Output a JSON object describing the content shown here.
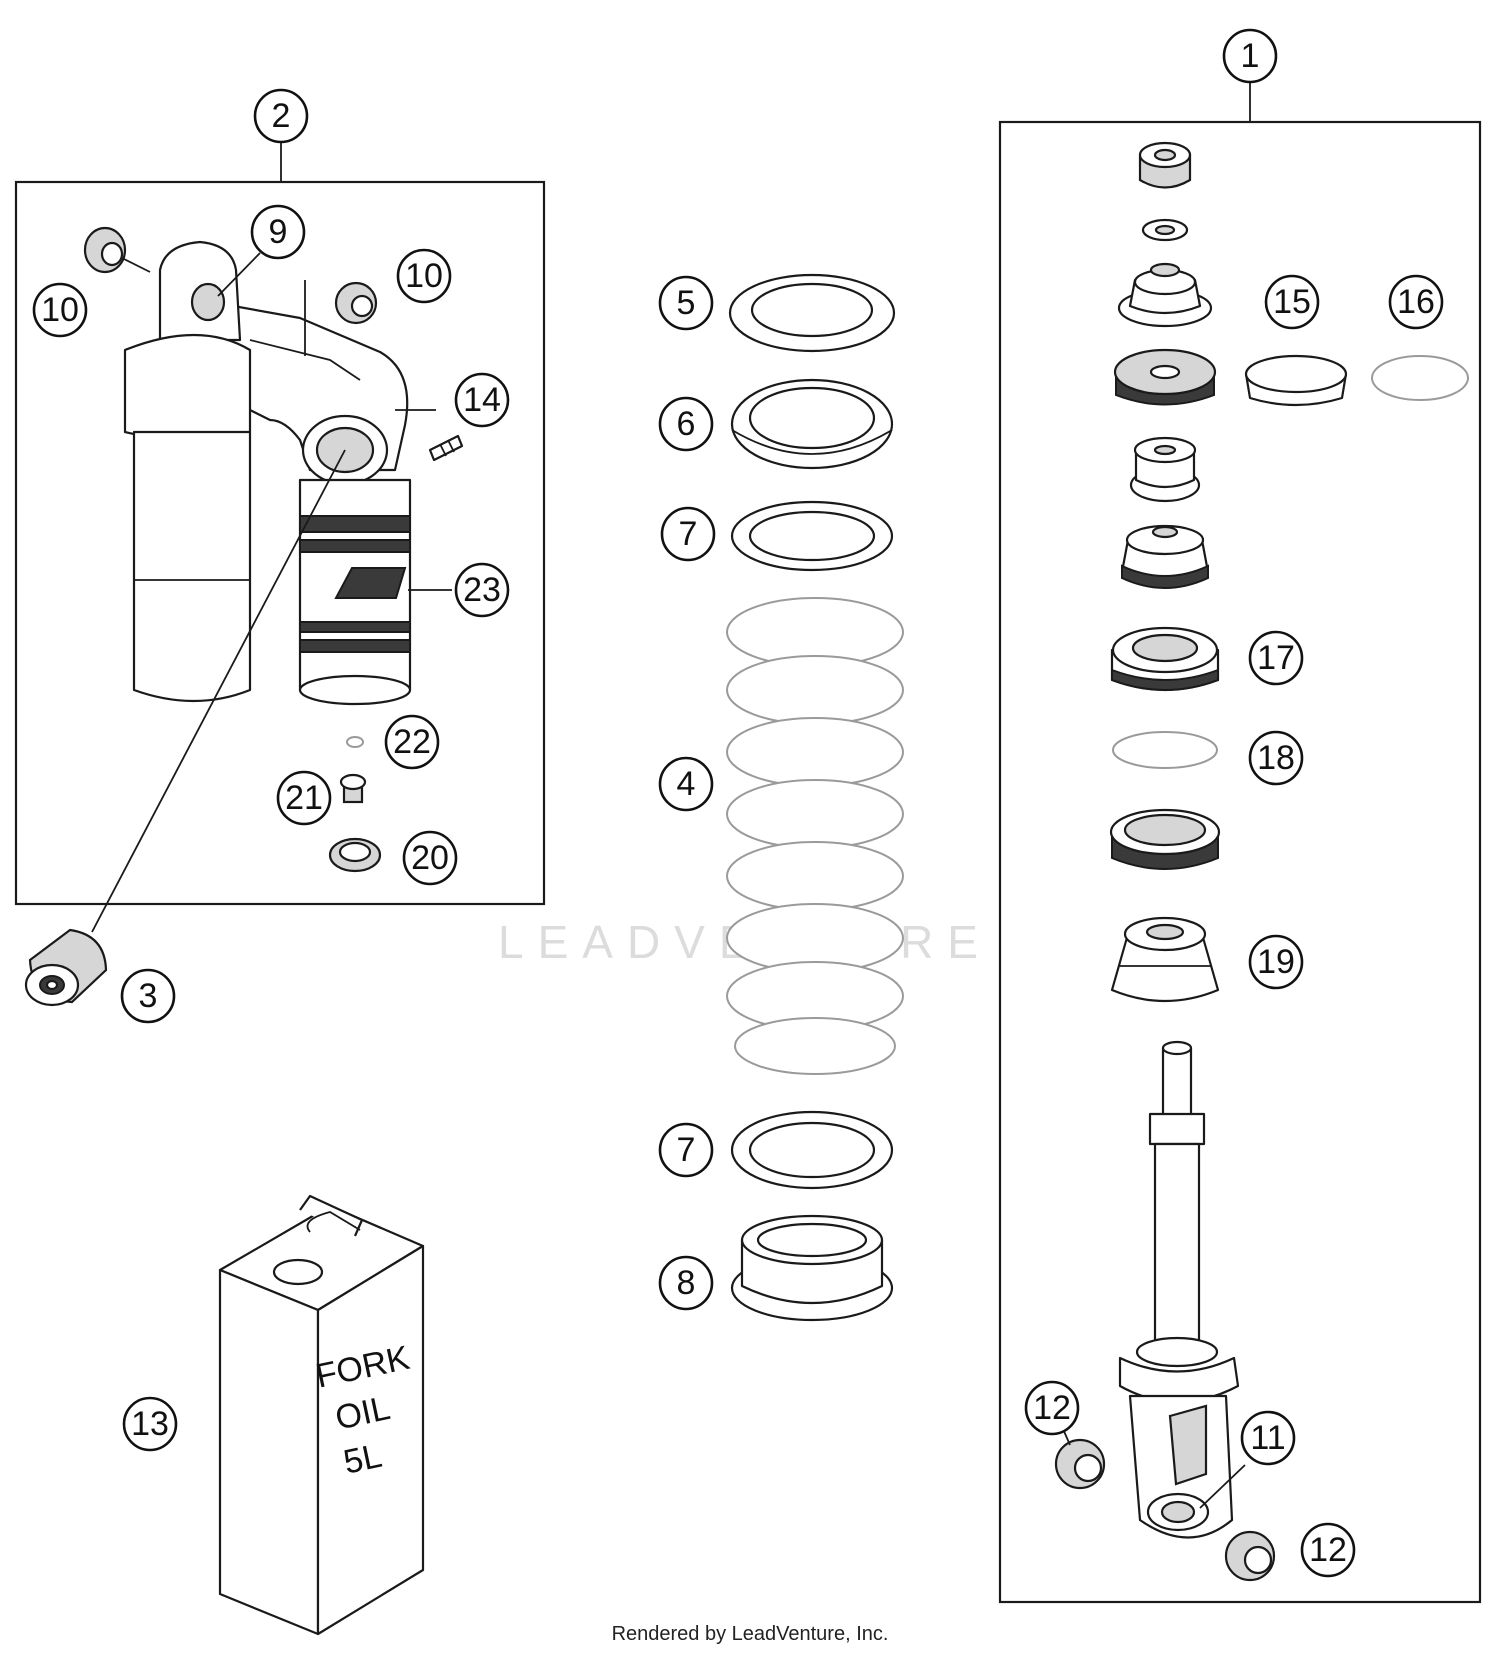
{
  "callouts": {
    "c1": "1",
    "c2": "2",
    "c3": "3",
    "c4": "4",
    "c5": "5",
    "c6": "6",
    "c7": "7",
    "c8": "8",
    "c9": "9",
    "c10": "10",
    "c11": "11",
    "c12": "12",
    "c13": "13",
    "c14": "14",
    "c15": "15",
    "c16": "16",
    "c17": "17",
    "c18": "18",
    "c19": "19",
    "c20": "20",
    "c21": "21",
    "c22": "22",
    "c23": "23"
  },
  "oil_can": {
    "line1": "FORK",
    "line2": "OIL",
    "line3": "5L"
  },
  "watermark": "LEADVENTURE",
  "credit": "Rendered by LeadVenture, Inc."
}
